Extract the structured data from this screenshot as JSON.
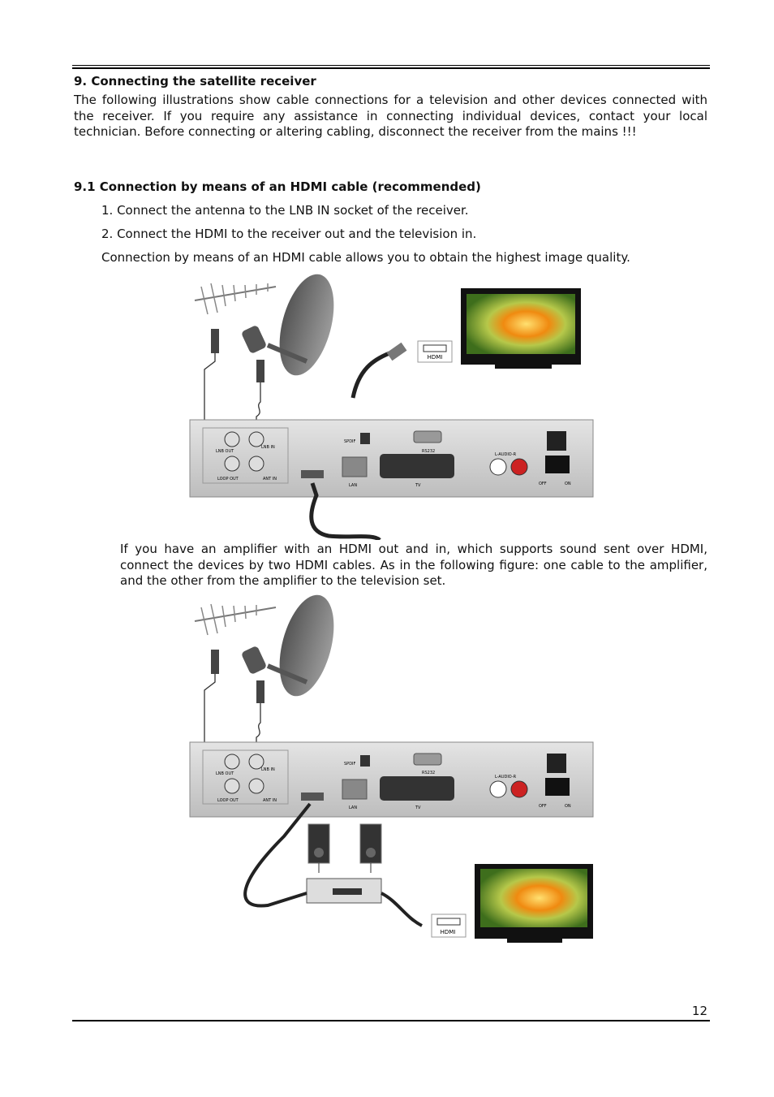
{
  "section_title": "9. Connecting the satellite receiver",
  "intro": "The following illustrations show cable connections for a television and other devices connected with the receiver. If you require any assistance in connecting individual devices, contact your local technician. Before connecting or altering cabling, disconnect the receiver from the mains !!!",
  "subsection_title": "9.1 Connection by means of an HDMI cable (recommended)",
  "steps": [
    "1. Connect the antenna to the LNB IN socket of the receiver.",
    "2. Connect the HDMI to the receiver out and the television in."
  ],
  "hdmi_note": "Connection by means of an HDMI cable allows you to obtain the highest image quality.",
  "amplifier_note": "If you have an amplifier with an HDMI out and in, which supports sound sent over HDMI, connect the devices by two HDMI cables. As in the following figure: one cable to the amplifier, and the other from the amplifier to the television set.",
  "figure_labels": {
    "hdmi": "HDMI",
    "lnb_out": "LNB OUT",
    "lnb_in": "LNB IN",
    "loop_out": "LOOP OUT",
    "ant_in": "ANT IN",
    "spdif": "SPDIF",
    "rs232": "RS232",
    "lan": "LAN",
    "tv": "TV",
    "audio": "L-AUDIO-R",
    "off": "OFF",
    "on": "ON"
  },
  "page_number": "12"
}
